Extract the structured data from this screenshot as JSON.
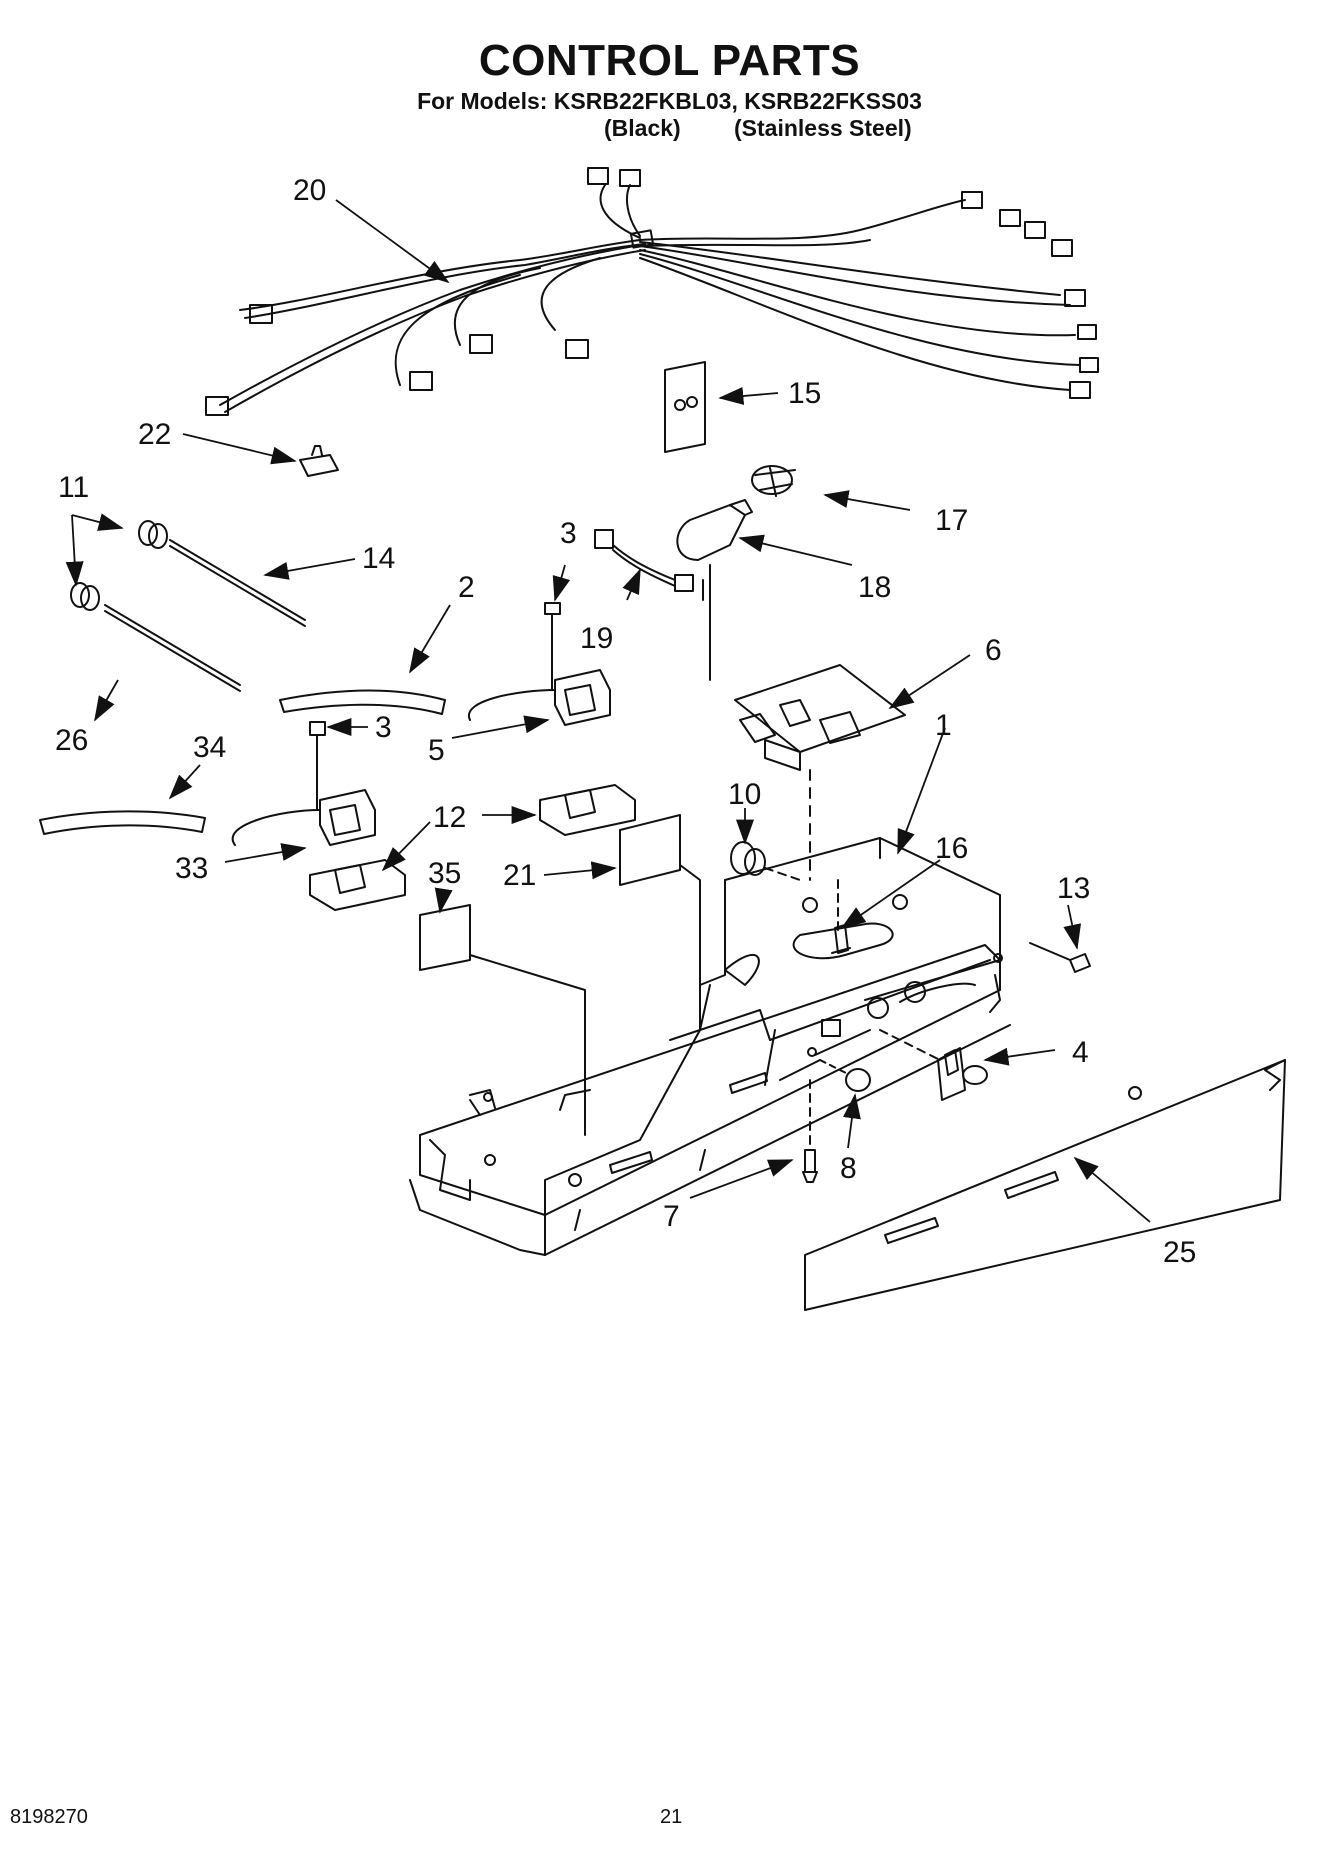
{
  "header": {
    "title": "CONTROL PARTS",
    "models_line": "For Models: KSRB22FKBL03, KSRB22FKSS03",
    "variant_black": "(Black)",
    "variant_stainless": "(Stainless Steel)"
  },
  "callouts": [
    "20",
    "22",
    "11",
    "14",
    "2",
    "3",
    "19",
    "15",
    "17",
    "18",
    "6",
    "26",
    "34",
    "3",
    "5",
    "1",
    "12",
    "10",
    "16",
    "33",
    "21",
    "35",
    "13",
    "4",
    "8",
    "7",
    "25"
  ],
  "footer": {
    "doc_number": "8198270",
    "page_number": "21"
  }
}
